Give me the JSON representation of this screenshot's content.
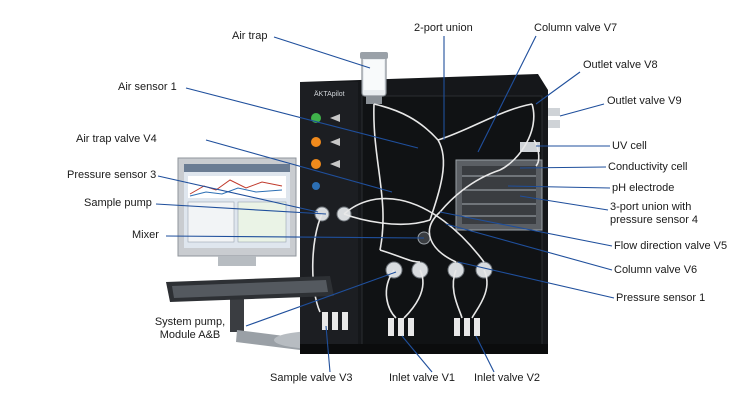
{
  "brand": {
    "logo_text": "ÄKTApilot"
  },
  "labels": {
    "air_trap": "Air trap",
    "air_sensor_1": "Air sensor 1",
    "air_trap_valve_v4": "Air trap valve V4",
    "pressure_sensor_3": "Pressure sensor 3",
    "sample_pump": "Sample pump",
    "mixer": "Mixer",
    "system_pump_line1": "System pump,",
    "system_pump_line2": "Module A&B",
    "sample_valve_v3": "Sample valve V3",
    "inlet_valve_v1": "Inlet valve V1",
    "inlet_valve_v2": "Inlet valve V2",
    "two_port_union": "2-port union",
    "column_valve_v7": "Column valve V7",
    "outlet_valve_v8": "Outlet valve V8",
    "outlet_valve_v9": "Outlet valve V9",
    "uv_cell": "UV cell",
    "conductivity_cell": "Conductivity cell",
    "ph_electrode": "pH electrode",
    "three_port_union_line1": "3-port union with",
    "three_port_union_line2": "pressure sensor 4",
    "flow_direction_valve_v5": "Flow direction valve V5",
    "column_valve_v6": "Column valve V6",
    "pressure_sensor_1": "Pressure sensor 1"
  },
  "colors": {
    "instrument_body": "#15171a",
    "panel_border": "#2a2d31",
    "leader_line": "#1f4f9c",
    "tubing": "#e8e8e8",
    "monitor_bezel": "#c9ccd0",
    "screen": "#dfe6ee",
    "led_green": "#3fb24a",
    "led_orange": "#f08a1c"
  }
}
